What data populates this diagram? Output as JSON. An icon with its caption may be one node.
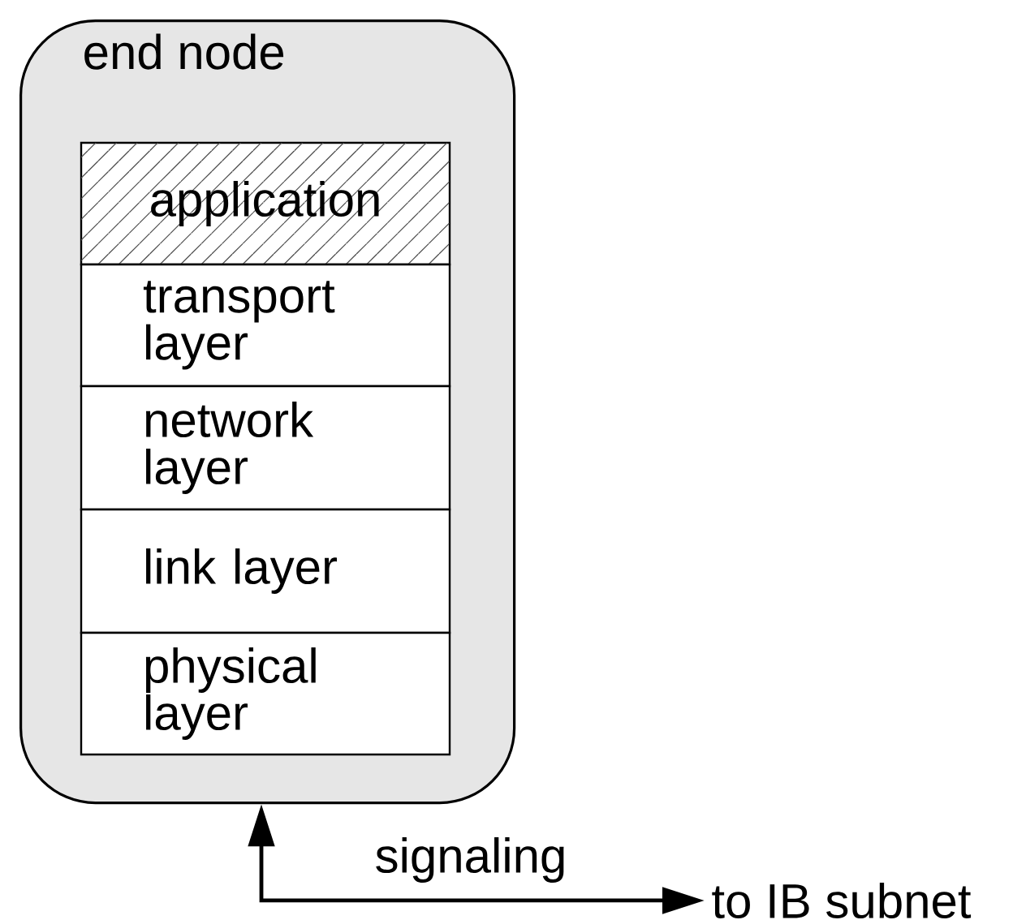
{
  "diagram": {
    "nodes": [
      {
        "text": [
          "end node"
        ]
      },
      {
        "text": [
          "application"
        ],
        "in": 0
      },
      {
        "text": [
          "transport layer"
        ],
        "in": 0
      },
      {
        "text": [
          "network layer"
        ],
        "in": 0
      },
      {
        "text": [
          "link layer"
        ],
        "in": 0
      },
      {
        "text": [
          "physical layer"
        ],
        "in": 0
      },
      {
        "text": [
          "to IB subnet"
        ]
      }
    ],
    "edges": [
      {
        "from": 0,
        "to": 6,
        "arrow": "both",
        "label": "signaling"
      }
    ]
  }
}
